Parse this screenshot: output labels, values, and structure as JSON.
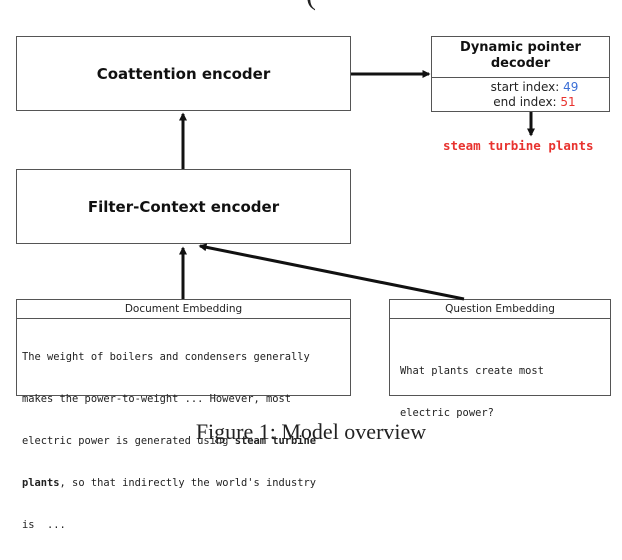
{
  "header_fragment": "(                              ",
  "coattention_encoder": {
    "label": "Coattention encoder"
  },
  "filter_context_encoder": {
    "label": "Filter-Context encoder"
  },
  "decoder": {
    "title_line1": "Dynamic pointer",
    "title_line2": "decoder",
    "start_label": "start index: ",
    "start_value": "49",
    "end_label": "end index: ",
    "end_value": "51"
  },
  "answer": "steam turbine plants",
  "document_embedding": {
    "title": "Document Embedding",
    "lines": [
      "The weight of boilers and condensers generally",
      "makes the power-to-weight ... However, most",
      "electric power is generated using ",
      "plants",
      ", so that indirectly the world's industry",
      "is  ..."
    ],
    "highlight_1": "steam turbine"
  },
  "question_embedding": {
    "title": "Question Embedding",
    "line1": "What plants create most",
    "line2": "electric power?"
  },
  "caption": "Figure 1: Model overview",
  "colors": {
    "start_value": "#3b6fd6",
    "end_value": "#e8322e",
    "answer": "#e8322e"
  }
}
